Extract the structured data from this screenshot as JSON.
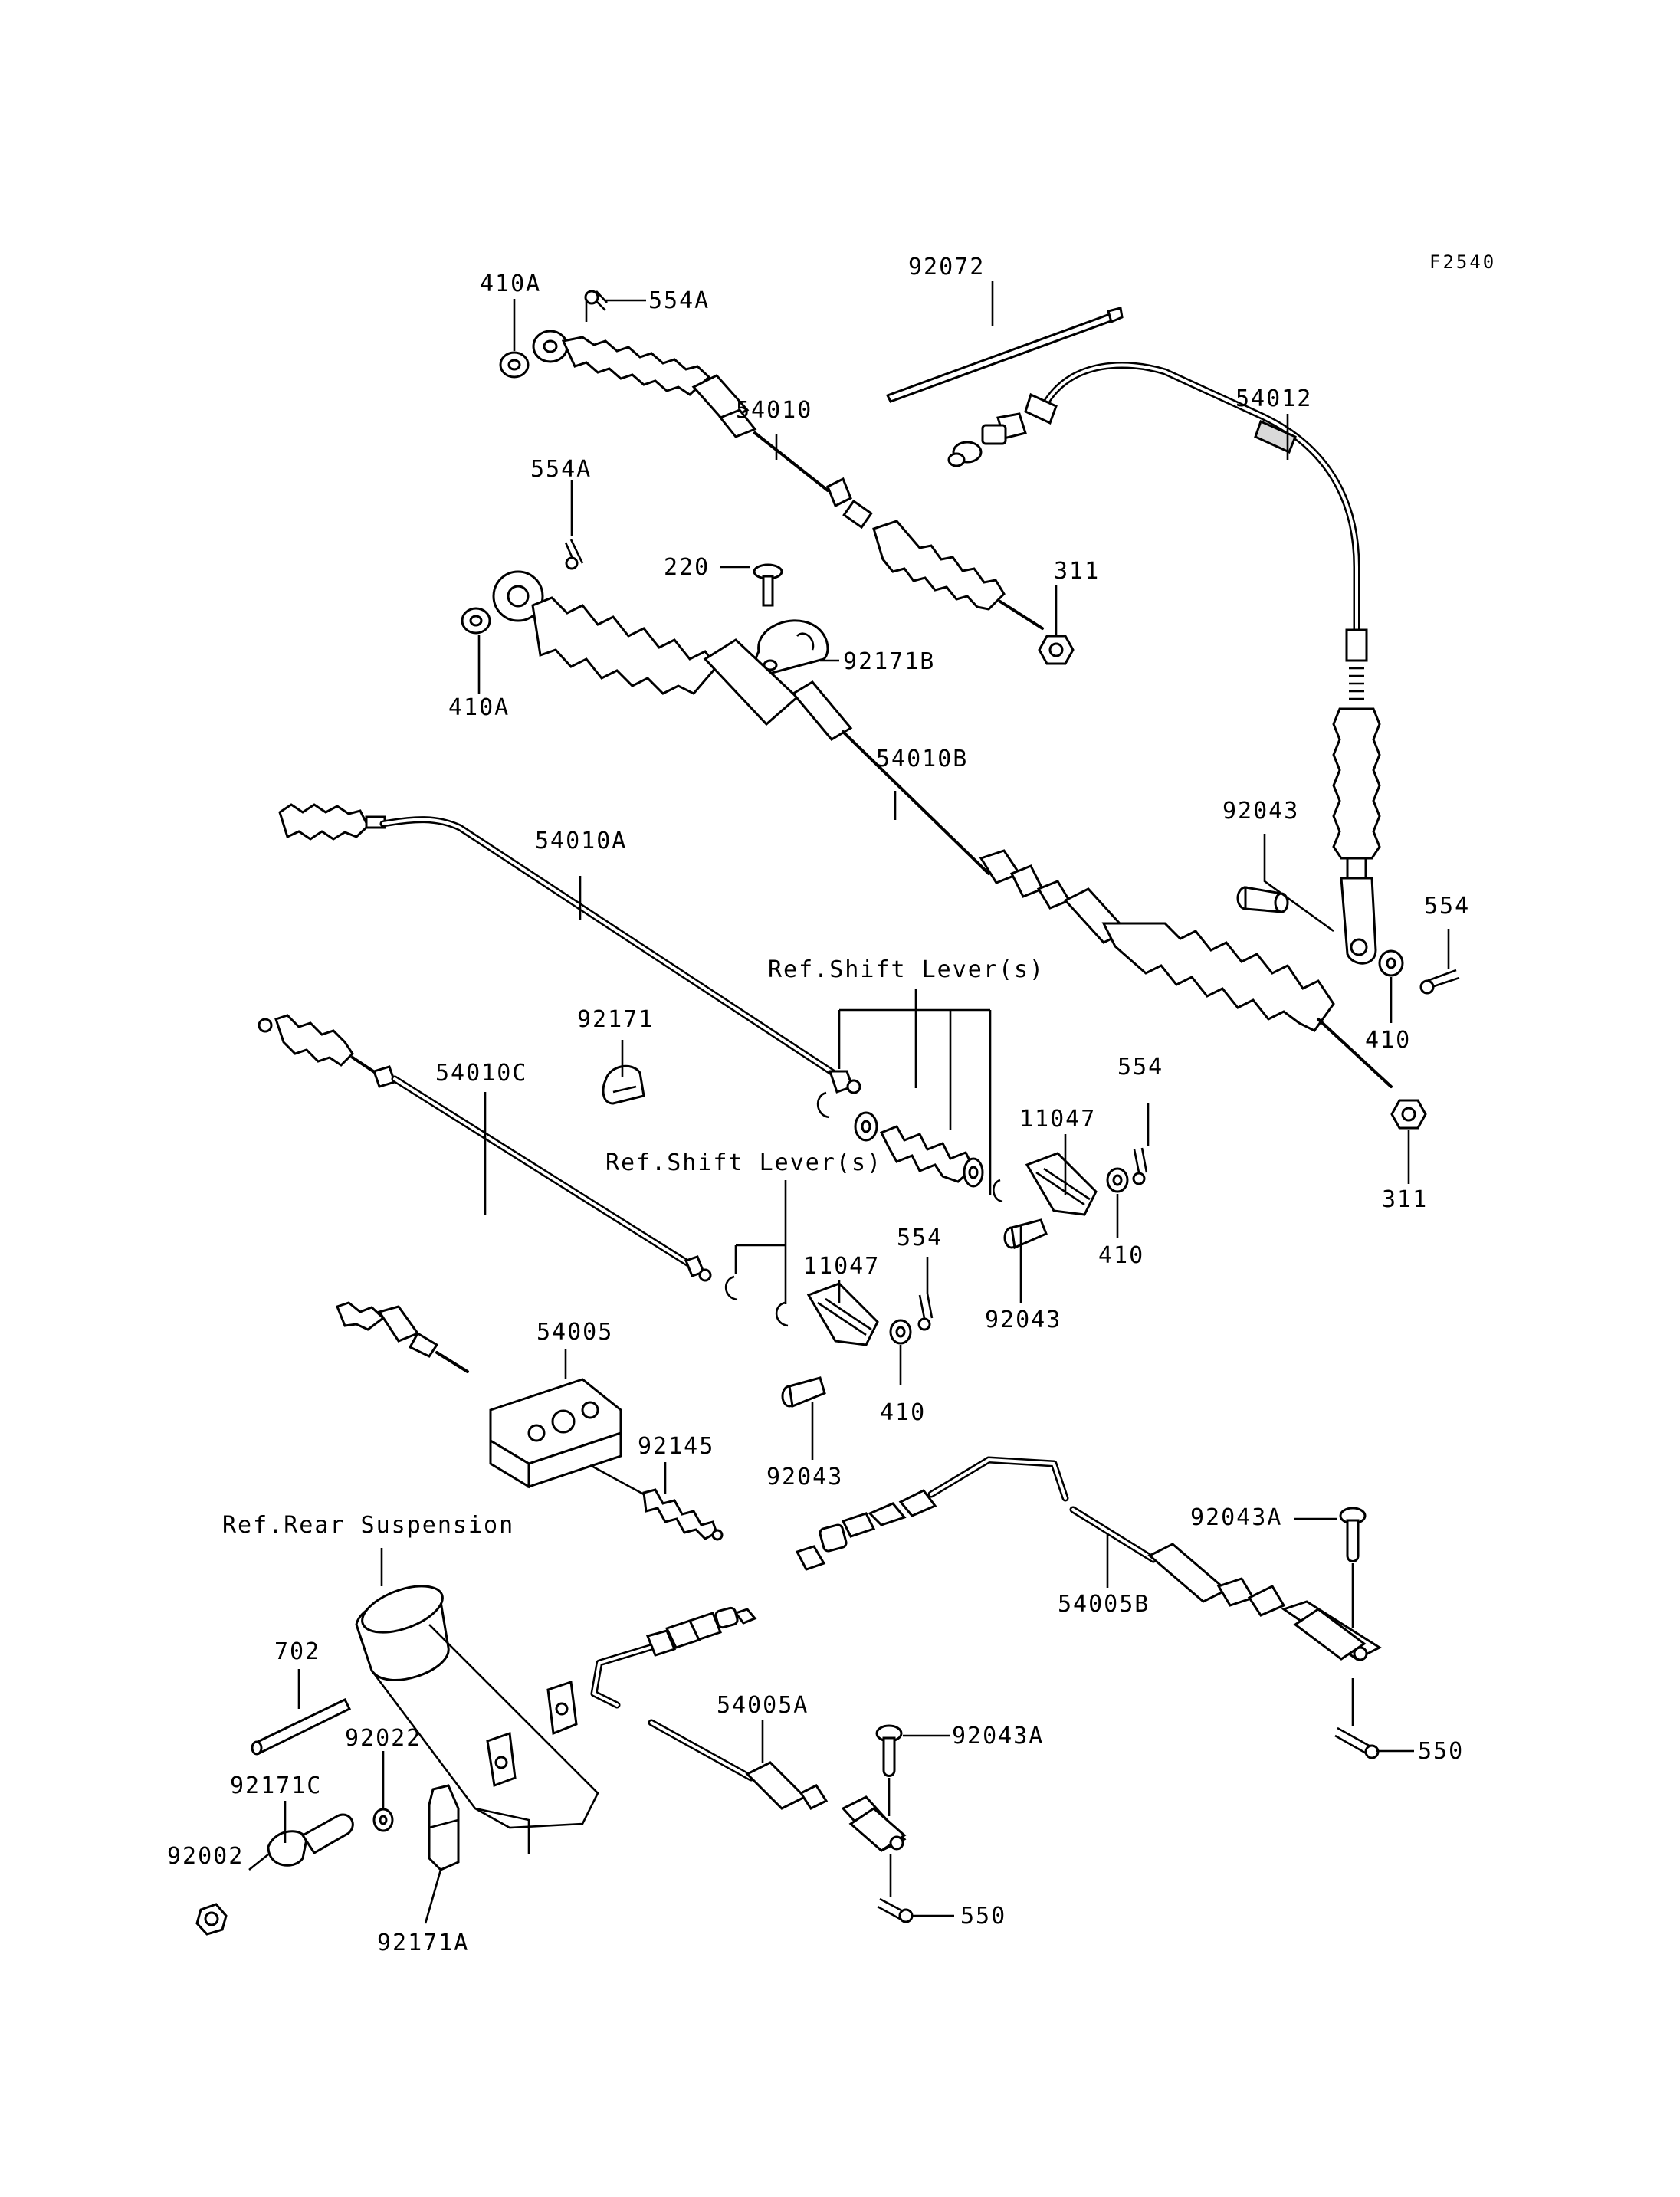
{
  "figure_code": "F2540",
  "labels": {
    "l_92072": "92072",
    "l_54012": "54012",
    "l_410A_1": "410A",
    "l_554A_1": "554A",
    "l_54010": "54010",
    "l_554A_2": "554A",
    "l_220": "220",
    "l_311_1": "311",
    "l_92171B": "92171B",
    "l_410A_2": "410A",
    "l_54010B": "54010B",
    "l_92043_1": "92043",
    "l_554_1": "554",
    "l_410_1": "410",
    "l_54010A": "54010A",
    "l_ref_shift_1": "Ref.Shift Lever(s)",
    "l_92171": "92171",
    "l_554_2": "554",
    "l_54010C": "54010C",
    "l_11047_1": "11047",
    "l_311_2": "311",
    "l_ref_shift_2": "Ref.Shift Lever(s)",
    "l_410_2": "410",
    "l_92043_2": "92043",
    "l_554_3": "554",
    "l_11047_2": "11047",
    "l_54005": "54005",
    "l_410_3": "410",
    "l_92145": "92145",
    "l_92043_3": "92043",
    "l_92043A_1": "92043A",
    "l_ref_rear": "Ref.Rear Suspension",
    "l_54005B": "54005B",
    "l_702": "702",
    "l_92022": "92022",
    "l_54005A": "54005A",
    "l_92043A_2": "92043A",
    "l_550_1": "550",
    "l_92171C": "92171C",
    "l_92002": "92002",
    "l_92171A": "92171A",
    "l_550_2": "550"
  }
}
